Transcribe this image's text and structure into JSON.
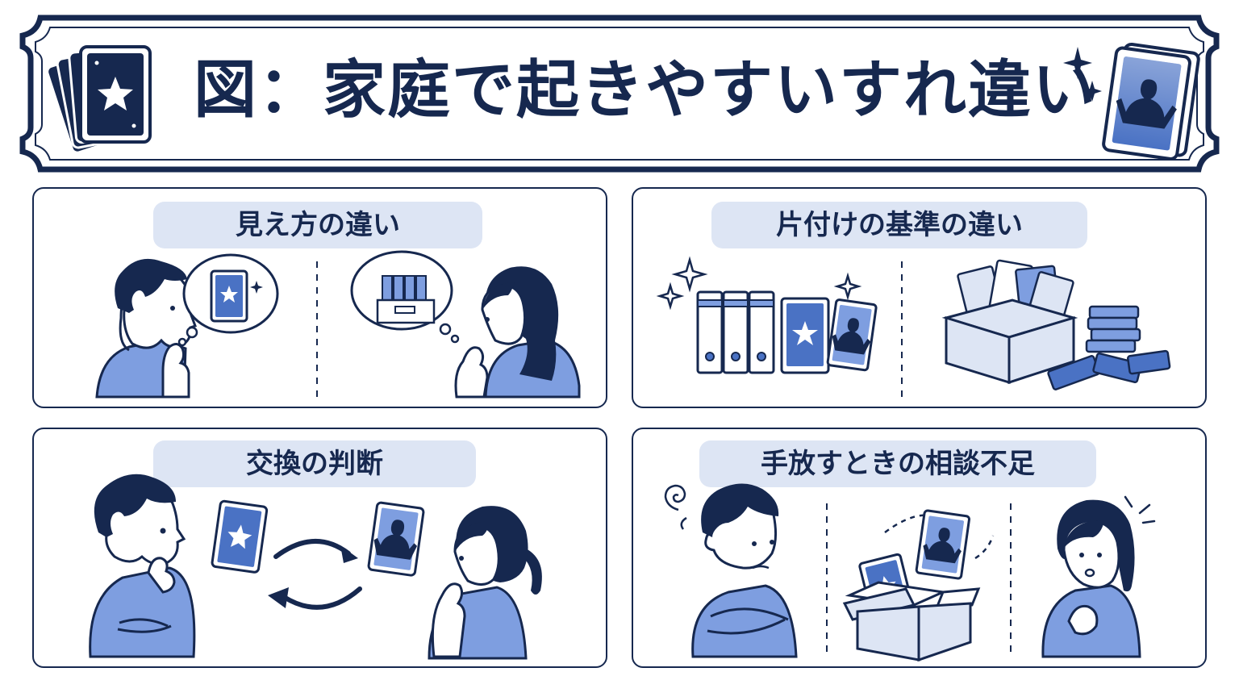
{
  "title": "図：家庭で起きやすいすれ違い",
  "panels": [
    {
      "heading": "見え方の違い"
    },
    {
      "heading": "片付けの基準の違い"
    },
    {
      "heading": "交換の判断"
    },
    {
      "heading": "手放すときの相談不足"
    }
  ],
  "colors": {
    "navy": "#16284f",
    "card_blue": "#4a72c4",
    "light_blue": "#dde5f4",
    "shirt_blue": "#7e9ee0"
  },
  "icons": [
    "card-fan-icon",
    "sparkle-icon",
    "character-card-icon",
    "thought-bubble-icon",
    "binder-icon",
    "box-icon",
    "exchange-arrows-icon",
    "dizzy-icon",
    "worry-lines-icon"
  ]
}
